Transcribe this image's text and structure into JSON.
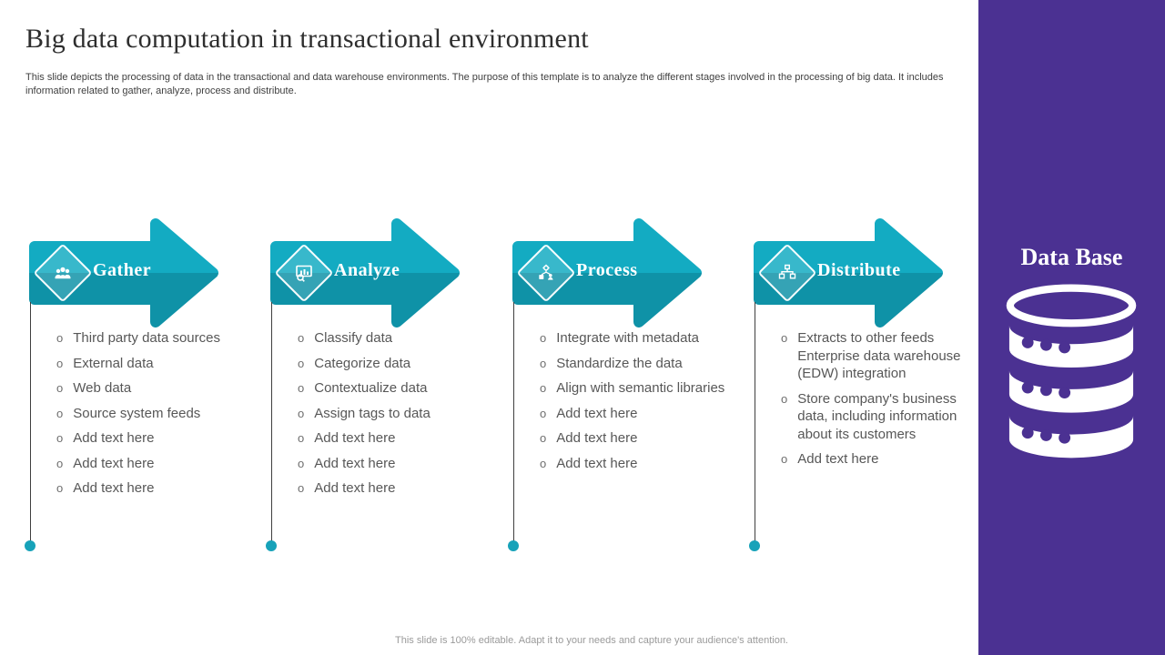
{
  "slide": {
    "title": "Big data computation in transactional environment",
    "description": "This slide depicts the processing of data in the transactional and data warehouse environments. The purpose of this template is to analyze the different stages involved in the processing of big data. It includes information related to gather, analyze, process and distribute.",
    "footer": "This slide is 100% editable.  Adapt it to your needs and capture your audience's attention.",
    "bullet": "o"
  },
  "stages": [
    {
      "label": "Gather",
      "icon": "people-group-icon",
      "items": [
        "Third party data sources",
        "External data",
        "Web data",
        "Source system feeds",
        "Add text here",
        "Add text here",
        "Add text here"
      ]
    },
    {
      "label": "Analyze",
      "icon": "chart-magnifier-icon",
      "items": [
        "Classify data",
        "Categorize data",
        "Contextualize data",
        "Assign tags to data",
        "Add text here",
        "Add text here",
        "Add text here"
      ]
    },
    {
      "label": "Process",
      "icon": "gear-workflow-icon",
      "items": [
        "Integrate with metadata",
        "Standardize the data",
        "Align with semantic libraries",
        "Add text here",
        "Add text here",
        "Add text here"
      ]
    },
    {
      "label": "Distribute",
      "icon": "org-chart-icon",
      "items": [
        "Extracts to other feeds Enterprise data warehouse (EDW) integration",
        "Store company's business data, including information about its customers",
        "Add text here"
      ]
    }
  ],
  "database": {
    "label": "Data Base",
    "icon": "database-icon"
  },
  "colors": {
    "teal_light": "#13abc2",
    "teal_dark": "#0f92a7",
    "dot_teal": "#17a2b9",
    "purple": "#4b3192",
    "text_gray": "#575757",
    "line_gray": "#3f3f3f"
  }
}
